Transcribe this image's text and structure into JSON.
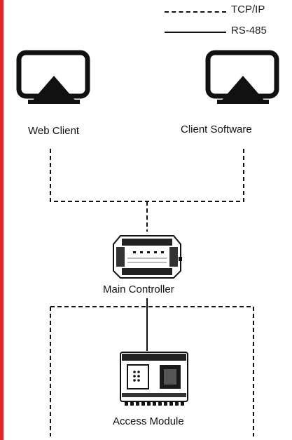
{
  "colors": {
    "accent_bar": "#e32424",
    "lines": "#111111",
    "device_body": "#2a2a2a"
  },
  "legend": [
    {
      "label": "TCP/IP",
      "style": "dashed"
    },
    {
      "label": "RS-485",
      "style": "solid"
    }
  ],
  "nodes": {
    "web_client": {
      "label": "Web Client",
      "icon": "airplay-monitor-icon"
    },
    "client_software": {
      "label": "Client Software",
      "icon": "airplay-monitor-icon"
    },
    "main_controller": {
      "label": "Main Controller",
      "icon": "controller-board-icon"
    },
    "access_module": {
      "label": "Access Module",
      "icon": "access-module-icon"
    }
  },
  "connections": [
    {
      "from": "web_client",
      "to": "main_controller",
      "type": "TCP/IP"
    },
    {
      "from": "client_software",
      "to": "main_controller",
      "type": "TCP/IP"
    },
    {
      "from": "main_controller",
      "to": "access_module",
      "type": "RS-485"
    }
  ]
}
